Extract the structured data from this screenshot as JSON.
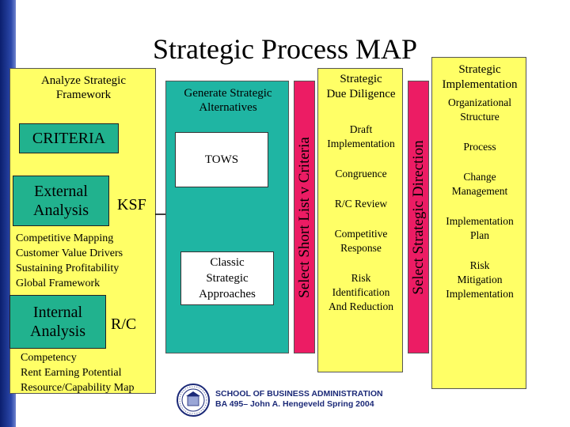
{
  "title": "Strategic Process MAP",
  "analyze": {
    "heading": [
      "Analyze Strategic",
      "Framework"
    ],
    "criteria": "CRITERIA",
    "external": [
      "External",
      "Analysis"
    ],
    "ksf": "KSF",
    "external_items": [
      "Competitive Mapping",
      "Customer Value Drivers",
      "Sustaining Profitability",
      "Global Framework"
    ],
    "internal": [
      "Internal",
      "Analysis"
    ],
    "rc": "R/C",
    "internal_items": [
      "Competency",
      "Rent Earning Potential",
      "Resource/Capability Map"
    ]
  },
  "generate": {
    "heading": [
      "Generate Strategic",
      "Alternatives"
    ],
    "tows": "TOWS",
    "classic": [
      "Classic",
      "Strategic",
      "Approaches"
    ]
  },
  "select_short_list": "Select Short List v Criteria",
  "due_diligence": {
    "heading": [
      "Strategic",
      "Due Diligence"
    ],
    "items": [
      [
        "Draft",
        "Implementation"
      ],
      [
        "Congruence"
      ],
      [
        "R/C Review"
      ],
      [
        "Competitive",
        "Response"
      ],
      [
        "Risk",
        "Identification",
        "And Reduction"
      ]
    ]
  },
  "select_direction": "Select Strategic Direction",
  "implementation": {
    "heading": [
      "Strategic",
      "Implementation"
    ],
    "items": [
      [
        "Organizational",
        "Structure"
      ],
      [
        "Process"
      ],
      [
        "Change",
        "Management"
      ],
      [
        "Implementation",
        "Plan"
      ],
      [
        "Risk",
        "Mitigation",
        "Implementation"
      ]
    ]
  },
  "footer": {
    "line1": "SCHOOL OF BUSINESS ADMINISTRATION",
    "line2": "BA 495– John A. Hengeveld Spring 2004"
  },
  "colors": {
    "yellow": "#ffff66",
    "teal": "#1fb5a3",
    "green": "#21b28e",
    "magenta": "#ec1c64",
    "navy": "#1c2a78"
  }
}
